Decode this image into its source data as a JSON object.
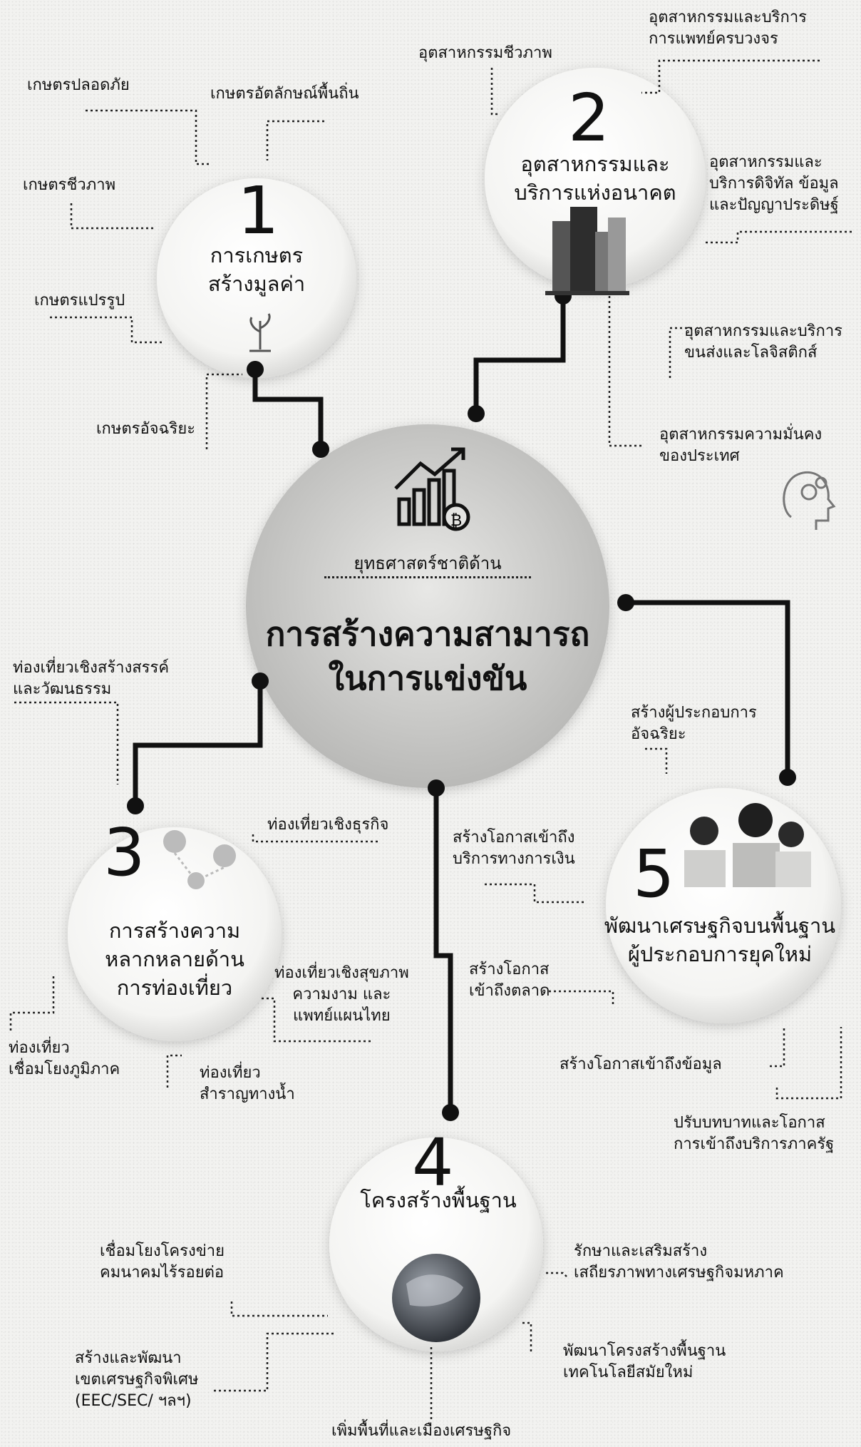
{
  "center": {
    "subtitle": "ยุทธศาสตร์ชาติด้าน",
    "title_lines": [
      "การสร้างความสามารถ",
      "ในการแข่งขัน"
    ]
  },
  "branches": [
    {
      "number": "1",
      "title_lines": [
        "การเกษตร",
        "สร้างมูลค่า"
      ],
      "items": [
        "เกษตรปลอดภัย",
        "เกษตรอัตลักษณ์พื้นถิ่น",
        "เกษตรชีวภาพ",
        "เกษตรแปรรูป",
        "เกษตรอัจฉริยะ"
      ]
    },
    {
      "number": "2",
      "title_lines": [
        "อุตสาหกรรมและ",
        "บริการแห่งอนาคต"
      ],
      "items": [
        "อุตสาหกรรมชีวภาพ",
        [
          "อุตสาหกรรมและบริการ",
          "การแพทย์ครบวงจร"
        ],
        [
          "อุตสาหกรรมและ",
          "บริการดิจิทัล ข้อมูล",
          "และปัญญาประดิษฐ์"
        ],
        [
          "อุตสาหกรรมและบริการ",
          "ขนส่งและโลจิสติกส์"
        ],
        [
          "อุตสาหกรรมความมั่นคง",
          "ของประเทศ"
        ]
      ]
    },
    {
      "number": "3",
      "title_lines": [
        "การสร้างความ",
        "หลากหลายด้าน",
        "การท่องเที่ยว"
      ],
      "items": [
        [
          "ท่องเที่ยวเชิงสร้างสรรค์",
          "และวัฒนธรรม"
        ],
        "ท่องเที่ยวเชิงธุรกิจ",
        [
          "ท่องเที่ยวเชิงสุขภาพ",
          "ความงาม และ",
          "แพทย์แผนไทย"
        ],
        [
          "ท่องเที่ยว",
          "เชื่อมโยงภูมิภาค"
        ],
        [
          "ท่องเที่ยว",
          "สำราญทางน้ำ"
        ]
      ]
    },
    {
      "number": "4",
      "title_lines": [
        "โครงสร้างพื้นฐาน"
      ],
      "items": [
        [
          "เชื่อมโยงโครงข่าย",
          "คมนาคมไร้รอยต่อ"
        ],
        [
          "สร้างและพัฒนา",
          "เขตเศรษฐกิจพิเศษ",
          "(EEC/SEC/ ฯลฯ)"
        ],
        "เพิ่มพื้นที่และเมืองเศรษฐกิจ",
        [
          "พัฒนาโครงสร้างพื้นฐาน",
          "เทคโนโลยีสมัยใหม่"
        ],
        [
          "รักษาและเสริมสร้าง",
          "เสถียรภาพทางเศรษฐกิจมหภาค"
        ]
      ]
    },
    {
      "number": "5",
      "title_lines": [
        "พัฒนาเศรษฐกิจบนพื้นฐาน",
        "ผู้ประกอบการยุคใหม่"
      ],
      "items": [
        [
          "สร้างผู้ประกอบการ",
          "อัจฉริยะ"
        ],
        [
          "สร้างโอกาสเข้าถึง",
          "บริการทางการเงิน"
        ],
        [
          "สร้างโอกาส",
          "เข้าถึงตลาด"
        ],
        "สร้างโอกาสเข้าถึงข้อมูล",
        [
          "ปรับบทบาทและโอกาส",
          "การเข้าถึงบริการภาครัฐ"
        ]
      ]
    }
  ],
  "icons": [
    "growth-chart-bitcoin-icon",
    "seedling-icon",
    "city-buildings-icon",
    "map-pins-icon",
    "globe-icon",
    "business-people-icon",
    "head-gears-icon"
  ]
}
